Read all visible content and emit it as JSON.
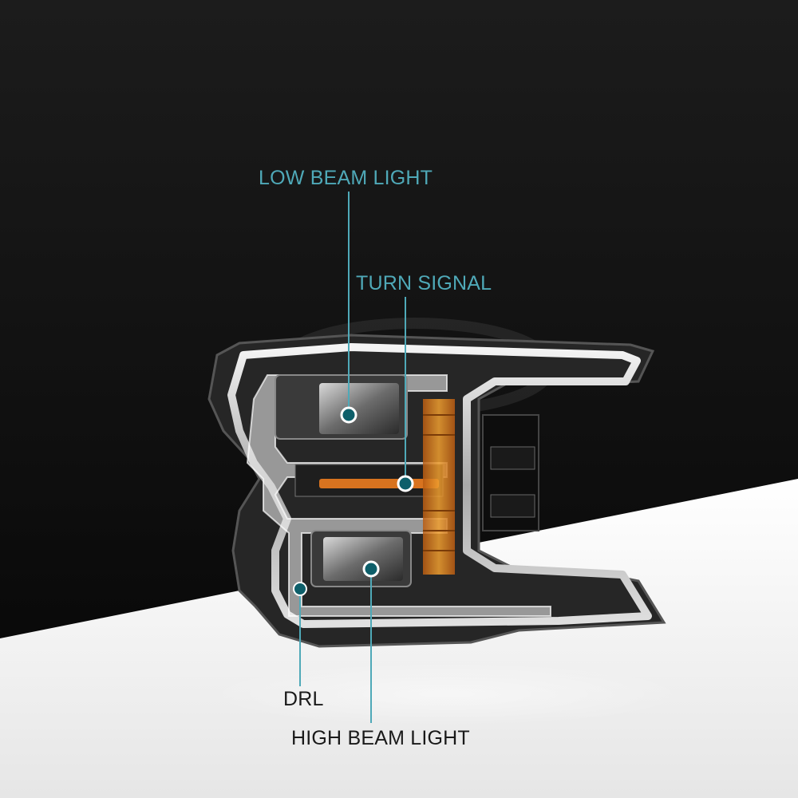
{
  "colors": {
    "background_dark": "#0f0f0f",
    "background_light": "#f2f2f2",
    "callout_accent": "#4fa9b8",
    "callout_dot": "#0e5f6a",
    "turn_signal_amber": "#d8731f"
  },
  "callouts": {
    "low_beam": "LOW BEAM LIGHT",
    "turn_signal": "TURN SIGNAL",
    "drl": "DRL",
    "high_beam": "HIGH BEAM LIGHT"
  }
}
